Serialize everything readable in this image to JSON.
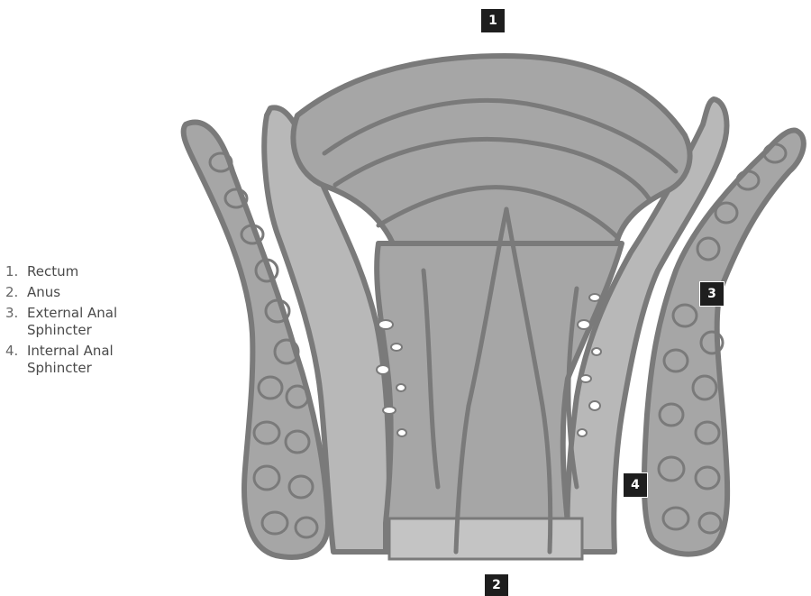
{
  "legend": {
    "items": [
      {
        "number": "1.",
        "label": "Rectum"
      },
      {
        "number": "2.",
        "label": "Anus"
      },
      {
        "number": "3.",
        "label": "External Anal Sphincter"
      },
      {
        "number": "4.",
        "label": "Internal Anal Sphincter"
      }
    ]
  },
  "markers": {
    "rectum": "1",
    "anus": "2",
    "external_sphincter": "3",
    "internal_sphincter": "4"
  },
  "colors": {
    "tissue": "#a6a6a6",
    "outline": "#7a7a7a",
    "lumen_floor": "#c4c4c4",
    "marker_bg": "#1e1e1e"
  }
}
